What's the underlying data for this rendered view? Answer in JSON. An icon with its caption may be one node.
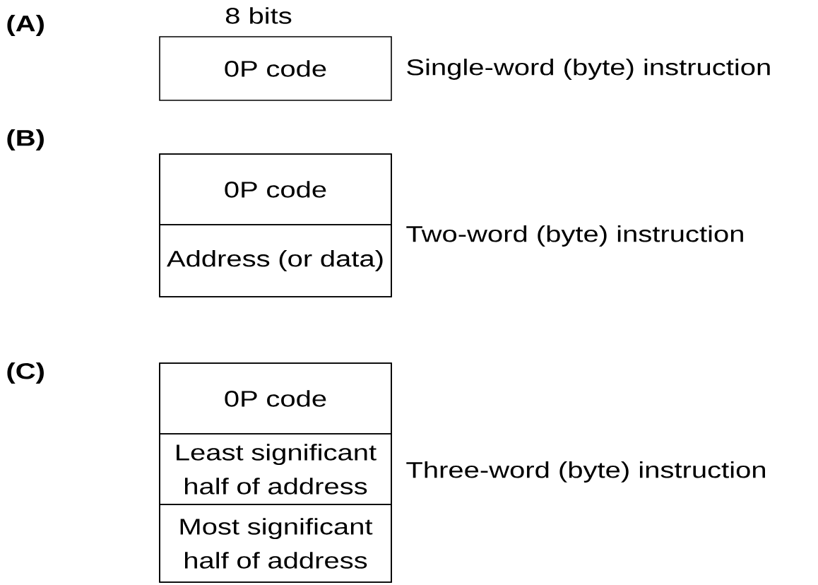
{
  "diagram": {
    "nodes": [
      {
        "text": [
          "0P code"
        ],
        "beside": [
          "Single-word (byte) instruction"
        ]
      },
      {
        "text": [],
        "shape": "box",
        "beside": [
          "Two-word (byte) instruction"
        ]
      },
      {
        "text": [
          "0P code"
        ],
        "in": 1
      },
      {
        "text": [
          "Address (or data)"
        ],
        "in": 1
      },
      {
        "text": [],
        "shape": "box",
        "beside": [
          "Three-word (byte) instruction"
        ]
      },
      {
        "text": [
          "0P code"
        ],
        "in": 4
      },
      {
        "text": [
          "Least significant half of address"
        ],
        "in": 4
      },
      {
        "text": [
          "Most significant half of address"
        ],
        "in": 4
      }
    ],
    "labels": [
      "(A)",
      "8 bits",
      "(B)",
      "(C)"
    ]
  }
}
